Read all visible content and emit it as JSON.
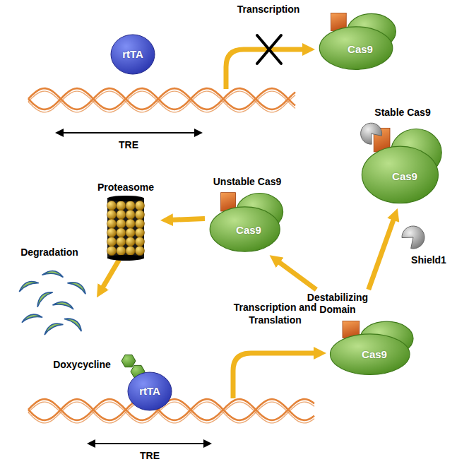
{
  "diagram": {
    "nodes": [
      {
        "text": [
          "rtTA"
        ]
      },
      {
        "text": [
          "Cas9"
        ]
      },
      {
        "text": [
          "Stable Cas9",
          "Cas9"
        ]
      },
      {
        "text": [
          "Unstable Cas9",
          "Cas9"
        ]
      },
      {
        "text": [
          "Proteasome"
        ]
      },
      {
        "text": [
          "Degradation"
        ]
      },
      {
        "text": [
          "Shield1"
        ]
      },
      {
        "text": [
          "Doxycycline"
        ]
      },
      {
        "text": [
          "rtTA"
        ]
      },
      {
        "text": [
          "Destabilizing Domain",
          "Cas9"
        ]
      }
    ],
    "edges": [
      {
        "from": 9,
        "to": 3,
        "arrow": "to"
      },
      {
        "from": 9,
        "to": 2,
        "arrow": "to"
      },
      {
        "from": 3,
        "to": 4,
        "arrow": "to"
      },
      {
        "from": 4,
        "to": 5,
        "arrow": "to"
      }
    ],
    "labels": [
      "Transcription",
      "TRE",
      "Transcription and Translation",
      "TRE"
    ]
  }
}
